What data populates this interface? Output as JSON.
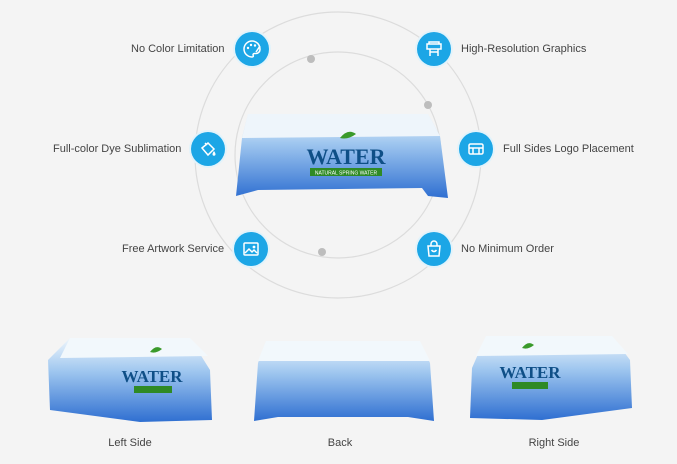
{
  "features": {
    "left": [
      {
        "label": "No Color Limitation",
        "icon": "palette-icon"
      },
      {
        "label": "Full-color Dye Sublimation",
        "icon": "paint-bucket-icon"
      },
      {
        "label": "Free Artwork Service",
        "icon": "image-icon"
      }
    ],
    "right": [
      {
        "label": "High-Resolution Graphics",
        "icon": "printer-icon"
      },
      {
        "label": "Full Sides Logo Placement",
        "icon": "tablecloth-icon"
      },
      {
        "label": "No Minimum Order",
        "icon": "shopping-bag-icon"
      }
    ]
  },
  "product": {
    "brand": "WATER",
    "tagline": "NATURAL SPRING WATER"
  },
  "views": [
    {
      "label": "Left Side"
    },
    {
      "label": "Back"
    },
    {
      "label": "Right Side"
    }
  ],
  "colors": {
    "accent": "#1ca6e6",
    "cloth": "#2f6fd1",
    "brand": "#0f4f87",
    "leaf": "#3a9a2b"
  }
}
